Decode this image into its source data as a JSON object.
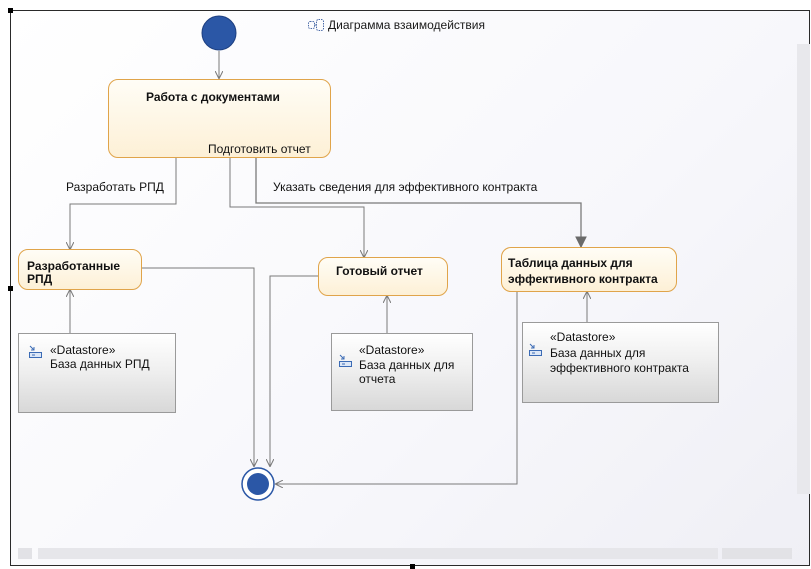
{
  "diagram": {
    "title": "Диаграмма взаимодействия",
    "title_icon": "interaction-diagram-icon"
  },
  "nodes": {
    "work_docs": {
      "label": "Работа с документами",
      "pin_label": "Подготовить отчет"
    },
    "dev_rpd": {
      "label_line1": "Разработанные",
      "label_line2": "РПД"
    },
    "ready_report": {
      "label": "Готовый отчет"
    },
    "eff_table": {
      "label_line1": "Таблица данных для",
      "label_line2": "эффективного контракта"
    }
  },
  "datastores": {
    "rpd": {
      "stereotype": "«Datastore»",
      "name_line1": "База данных РПД"
    },
    "report": {
      "stereotype": "«Datastore»",
      "name_line1": "База данных для",
      "name_line2": "отчета"
    },
    "eff": {
      "stereotype": "«Datastore»",
      "name_line1": "База данных для",
      "name_line2": "эффективного контракта"
    }
  },
  "edge_labels": {
    "develop_rpd": "Разработать РПД",
    "specify_info": "Указать сведения для эффективного контракта"
  },
  "colors": {
    "node_border": "#e0a44a",
    "initial_fill": "#2b57a6",
    "edge": "#7a7a7a"
  }
}
